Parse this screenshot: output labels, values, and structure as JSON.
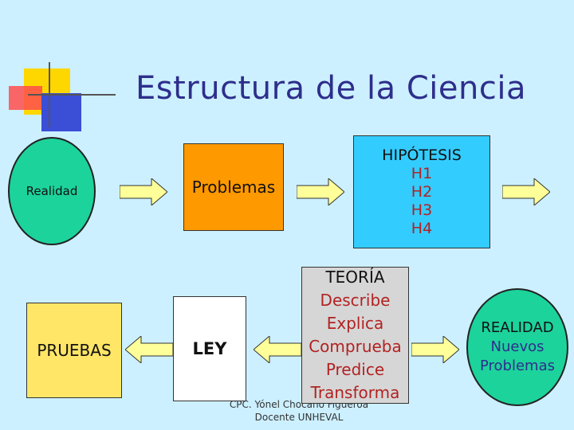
{
  "title": "Estructura de la Ciencia",
  "nodes": {
    "realidad": "Realidad",
    "problemas": "Problemas",
    "hipotesis": [
      "HIPÓTESIS",
      "H1",
      "H2",
      "H3",
      "H4"
    ],
    "pruebas": "PRUEBAS",
    "ley": "LEY",
    "teoria": [
      "TEORÍA",
      "Describe",
      "Explica",
      "Comprueba",
      "Predice",
      "Transforma"
    ],
    "realidad_final": [
      "REALIDAD",
      "Nuevos",
      "Problemas"
    ]
  },
  "footer": [
    "CPC. Yónel Chocano Figueroa",
    "Docente UNHEVAL"
  ],
  "colors": {
    "background": "#ccf0ff",
    "title": "#2e2e8c",
    "circle": "#1cd39c",
    "problemas": "#ff9900",
    "hipotesis": "#33ccff",
    "pruebas": "#ffe666",
    "ley": "#ffffff",
    "teoria": "#d6d6d6",
    "arrow": "#ffff99",
    "accent_text": "#b22222"
  }
}
